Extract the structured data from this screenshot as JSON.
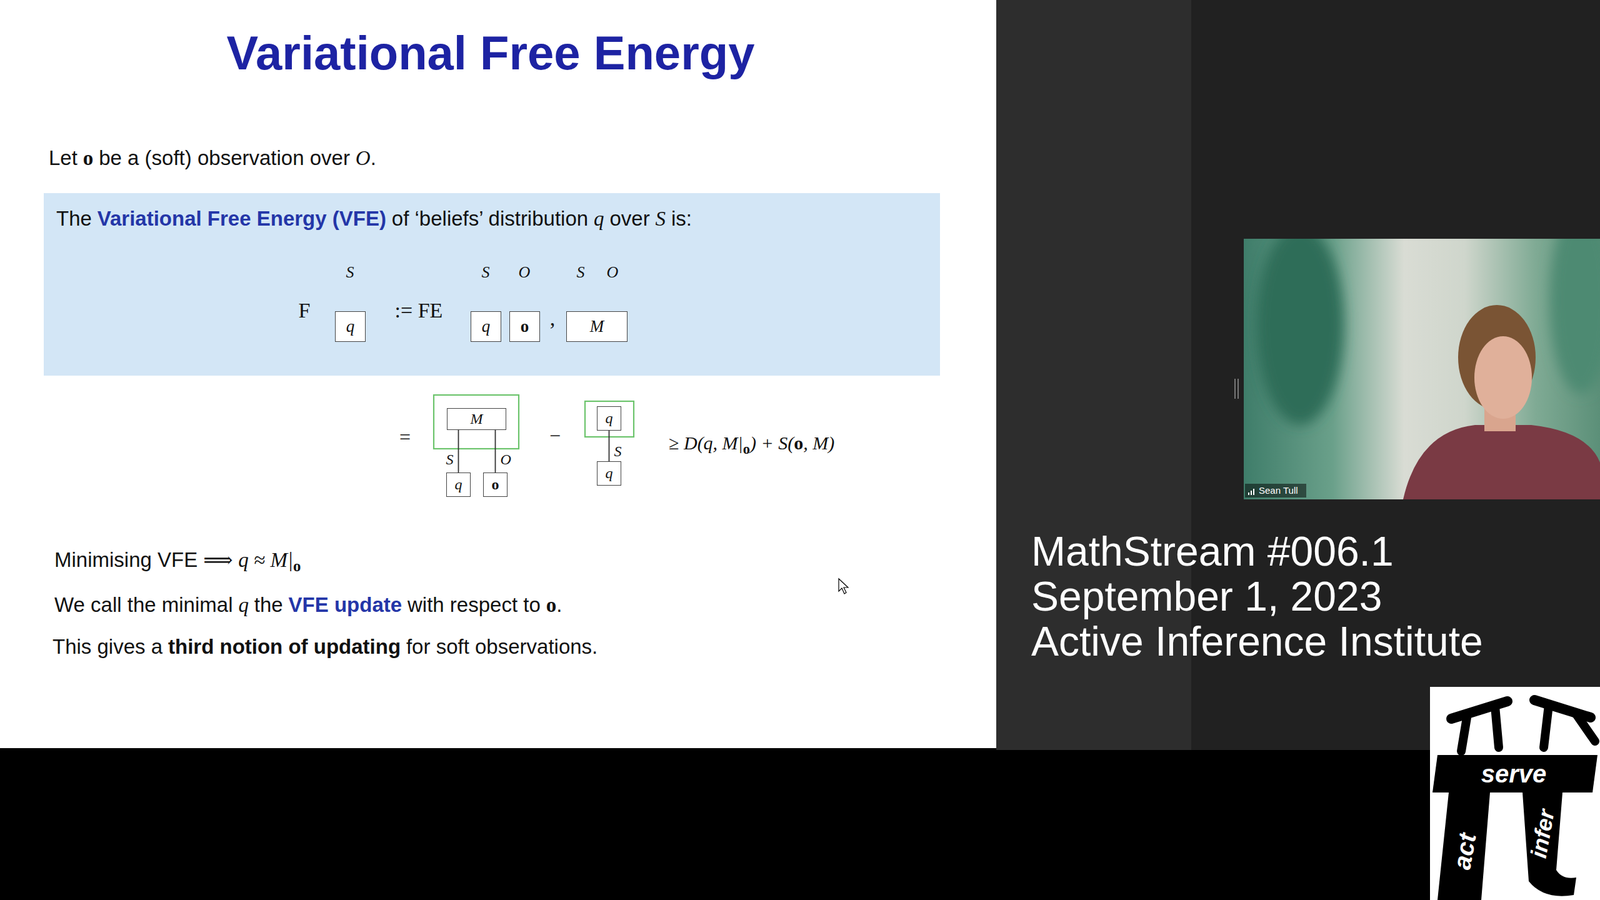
{
  "diagram": {
    "title": "Variational Free Energy",
    "nodes": [
      {
        "text": [
          "The",
          "Variational Free Energy (VFE)",
          "of ‘beliefs’ distribution",
          "q",
          "over",
          "S",
          "is:"
        ]
      },
      {
        "text": [
          "q"
        ],
        "in": 0
      },
      {
        "text": [
          "q"
        ],
        "in": 0
      },
      {
        "text": [
          "o"
        ],
        "in": 0
      },
      {
        "text": [
          "M"
        ],
        "in": 0
      },
      {
        "text": [
          "M"
        ]
      },
      {
        "text": [
          "q"
        ]
      },
      {
        "text": [
          "o"
        ]
      },
      {
        "text": [
          "q"
        ]
      },
      {
        "text": [
          "q"
        ]
      }
    ],
    "edges": [
      {
        "from": 5,
        "to": 6,
        "arrow": "none",
        "label": "S"
      },
      {
        "from": 5,
        "to": 7,
        "arrow": "none",
        "label": "O"
      },
      {
        "from": 8,
        "to": 9,
        "arrow": "none",
        "label": "S"
      }
    ],
    "labels": [
      "Let",
      "o",
      "be a (soft) observation over",
      "O",
      ".",
      "F",
      ":= FE",
      ",",
      "S",
      "S",
      "O",
      "S",
      "O",
      "=",
      "−",
      "≥ D(q, M|",
      "o",
      ") + S(",
      "o",
      ", M)",
      "Minimising VFE",
      "⟹",
      "q ≈ M|",
      "o",
      "We call the minimal",
      "q",
      "the",
      "VFE update",
      "with respect to",
      "o",
      ".",
      "This gives a",
      "third notion of updating",
      "for soft observations.",
      "Sean Tull",
      "MathStream #006.1",
      "September 1, 2023",
      "Active Inference Institute",
      "serve",
      "act",
      "infer"
    ]
  }
}
